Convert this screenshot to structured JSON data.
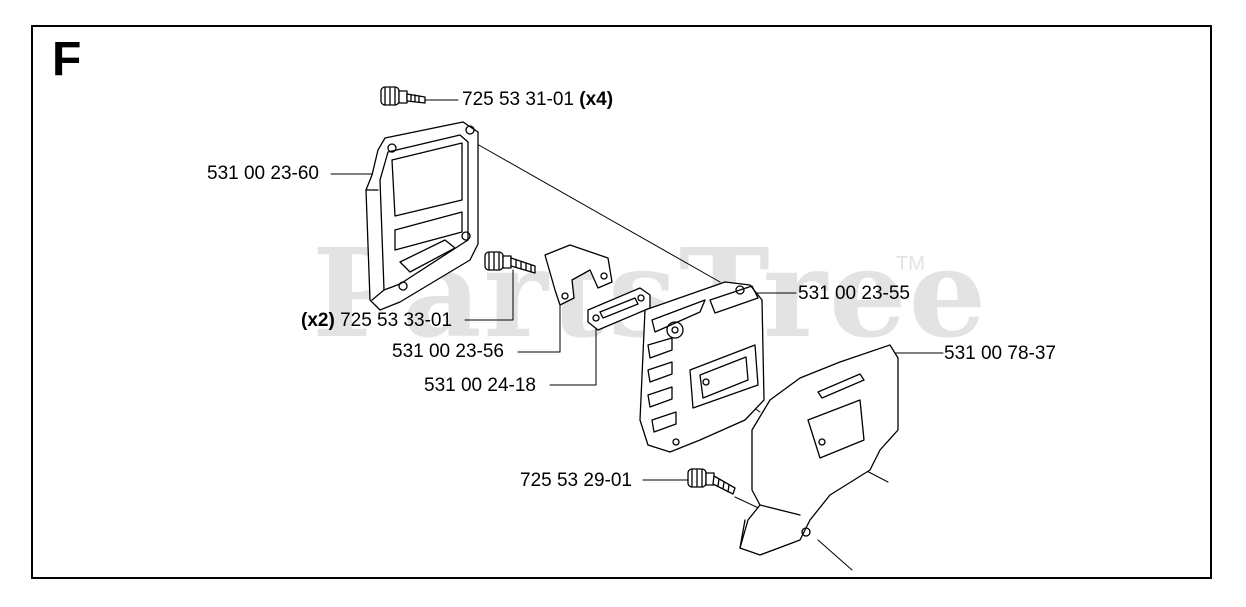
{
  "section": {
    "letter": "F"
  },
  "watermark": {
    "text": "PartsTree",
    "tm": "TM"
  },
  "parts": [
    {
      "id": "p1",
      "number": "725 53 31-01",
      "qty": "(x4)"
    },
    {
      "id": "p2",
      "number": "531 00 23-60"
    },
    {
      "id": "p3",
      "number": "531 00 23-55"
    },
    {
      "id": "p4",
      "number": "725 53 33-01",
      "qty": "(x2)"
    },
    {
      "id": "p5",
      "number": "531 00 23-56"
    },
    {
      "id": "p6",
      "number": "531 00 78-37"
    },
    {
      "id": "p7",
      "number": "531 00 24-18"
    },
    {
      "id": "p8",
      "number": "725 53 29-01"
    }
  ]
}
